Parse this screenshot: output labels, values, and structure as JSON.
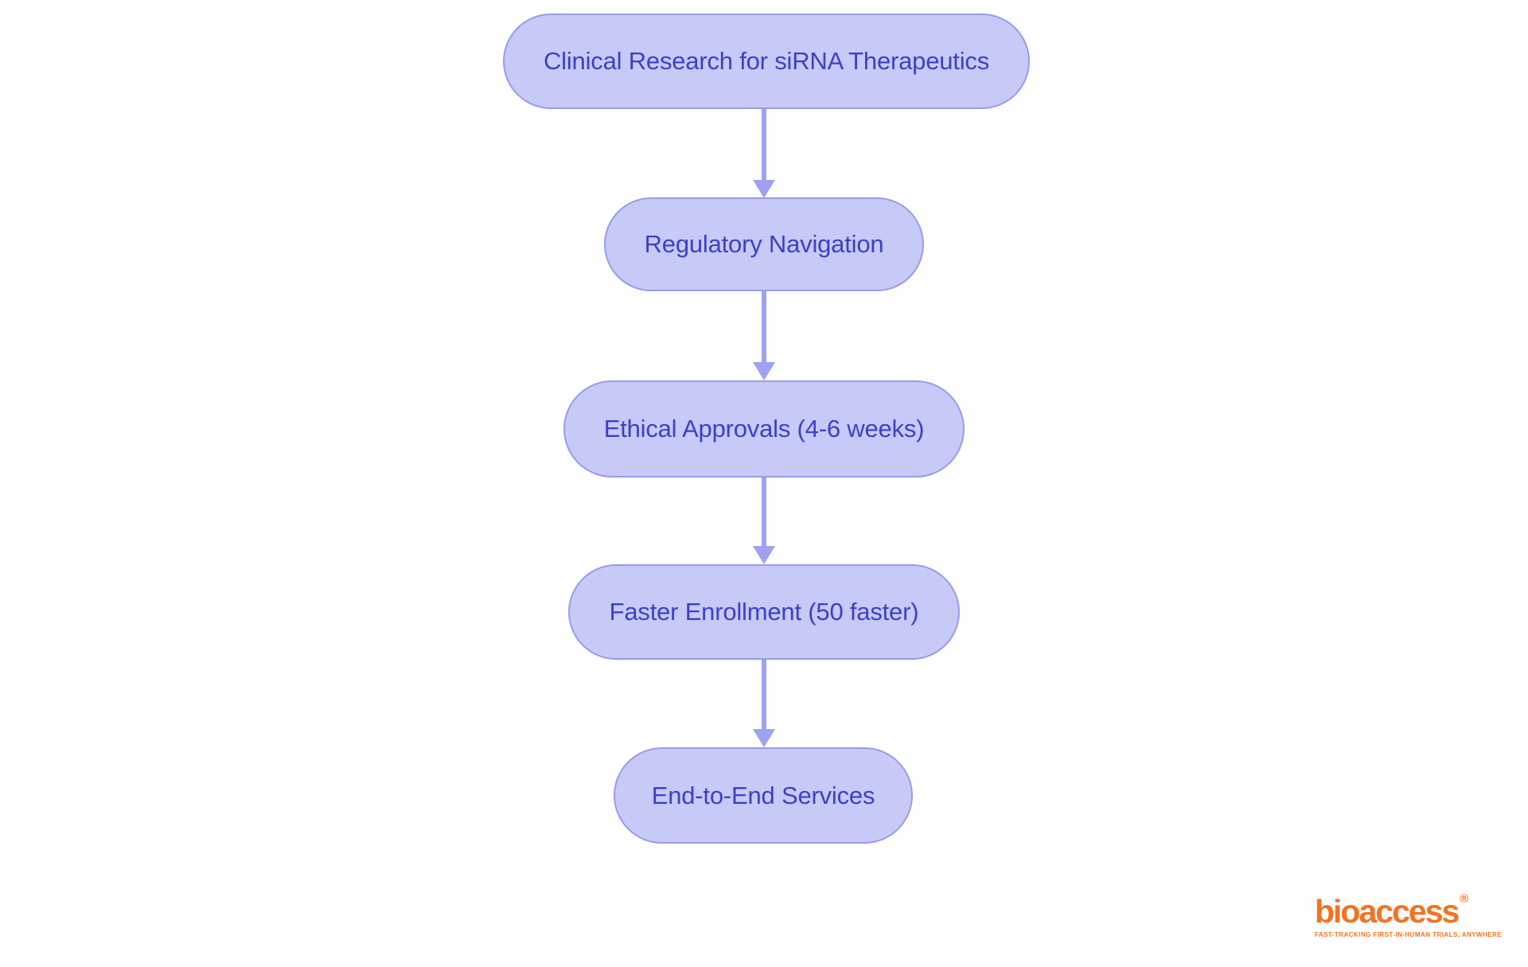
{
  "flowchart": {
    "nodes": [
      {
        "label": "Clinical Research for siRNA Therapeutics"
      },
      {
        "label": "Regulatory Navigation"
      },
      {
        "label": "Ethical Approvals (4-6 weeks)"
      },
      {
        "label": "Faster Enrollment (50 faster)"
      },
      {
        "label": "End-to-End Services"
      }
    ]
  },
  "logo": {
    "wordmark": "bioaccess",
    "registered": "®",
    "tagline": "FAST-TRACKING FIRST-IN-HUMAN TRIALS, ANYWHERE"
  },
  "colors": {
    "node_fill": "#c7c9f7",
    "node_border": "#979ceb",
    "node_text": "#3b41c8",
    "arrow": "#9da2f2",
    "logo_orange": "#f4731f",
    "background": "#ffffff"
  }
}
